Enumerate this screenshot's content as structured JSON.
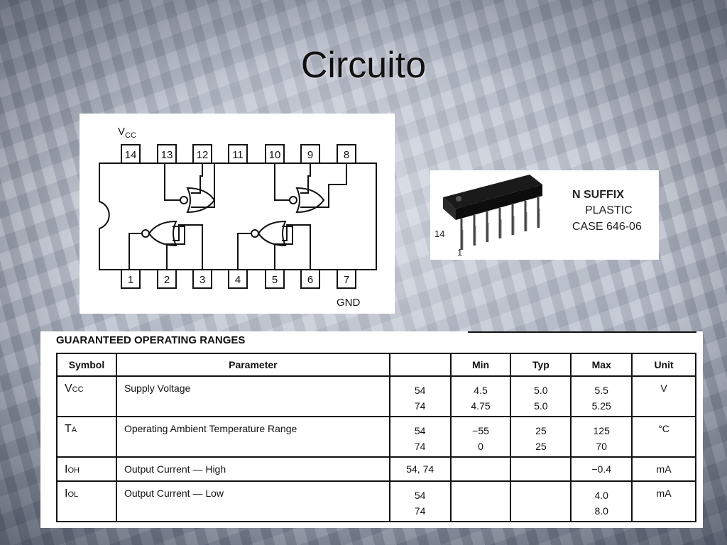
{
  "title": "Circuito",
  "pinout": {
    "vcc_label": "V",
    "vcc_sub": "CC",
    "gnd_label": "GND",
    "top_pins": [
      "14",
      "13",
      "12",
      "11",
      "10",
      "9",
      "8"
    ],
    "bottom_pins": [
      "1",
      "2",
      "3",
      "4",
      "5",
      "6",
      "7"
    ]
  },
  "package": {
    "suffix": "N SUFFIX",
    "material": "PLASTIC",
    "case": "CASE 646-06",
    "pin14": "14",
    "pin1": "1"
  },
  "ranges": {
    "heading": "GUARANTEED OPERATING RANGES",
    "headers": [
      "Symbol",
      "Parameter",
      "",
      "Min",
      "Typ",
      "Max",
      "Unit"
    ],
    "rows": [
      {
        "sym": "V",
        "sub": "CC",
        "param": "Supply Voltage",
        "series": [
          "54",
          "74"
        ],
        "min": [
          "4.5",
          "4.75"
        ],
        "typ": [
          "5.0",
          "5.0"
        ],
        "max": [
          "5.5",
          "5.25"
        ],
        "unit": "V"
      },
      {
        "sym": "T",
        "sub": "A",
        "param": "Operating Ambient Temperature Range",
        "series": [
          "54",
          "74"
        ],
        "min": [
          "−55",
          "0"
        ],
        "typ": [
          "25",
          "25"
        ],
        "max": [
          "125",
          "70"
        ],
        "unit": "°C"
      },
      {
        "sym": "I",
        "sub": "OH",
        "param": "Output Current — High",
        "series": [
          "54, 74",
          ""
        ],
        "min": [
          "",
          ""
        ],
        "typ": [
          "",
          ""
        ],
        "max": [
          "−0.4",
          ""
        ],
        "unit": "mA"
      },
      {
        "sym": "I",
        "sub": "OL",
        "param": "Output Current — Low",
        "series": [
          "54",
          "74"
        ],
        "min": [
          "",
          ""
        ],
        "typ": [
          "",
          ""
        ],
        "max": [
          "4.0",
          "8.0"
        ],
        "unit": "mA"
      }
    ]
  }
}
